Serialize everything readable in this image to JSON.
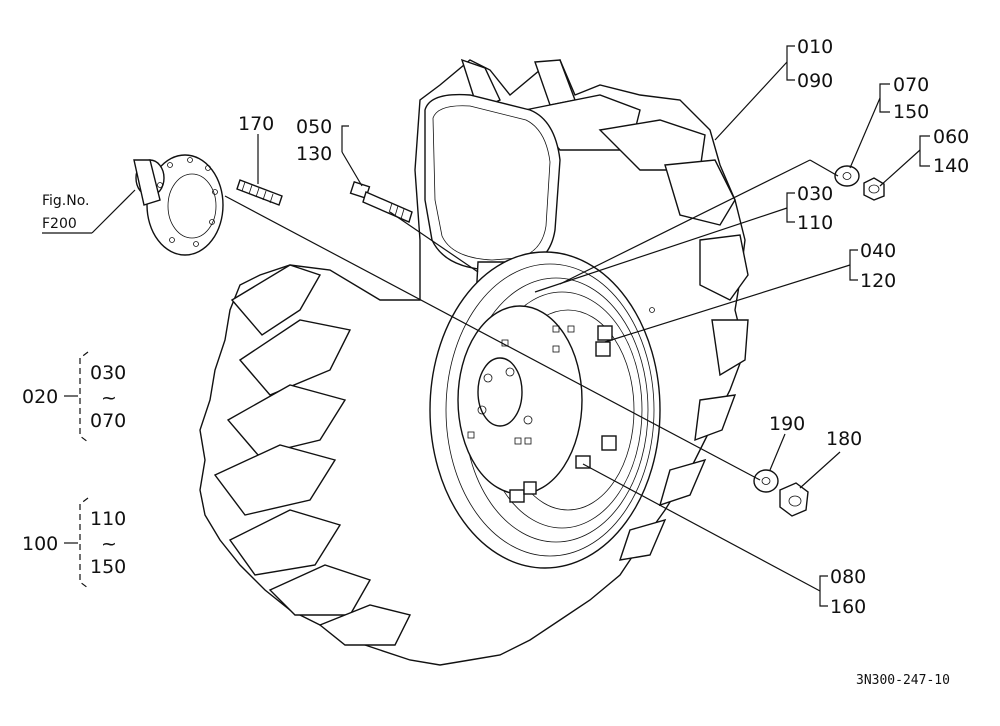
{
  "figure_ref": {
    "line1": "Fig.No.",
    "line2": "F200"
  },
  "figure_code": "3N300-247-10",
  "callouts": {
    "c010": "010",
    "c090": "090",
    "c070": "070",
    "c150": "150",
    "c060": "060",
    "c140": "140",
    "c050": "050",
    "c130": "130",
    "c170": "170",
    "c030": "030",
    "c110": "110",
    "c040": "040",
    "c120": "120",
    "c190": "190",
    "c180": "180",
    "c080": "080",
    "c160": "160"
  },
  "groups": {
    "g020": {
      "id": "020",
      "from": "030",
      "tilde": "~",
      "to": "070"
    },
    "g100": {
      "id": "100",
      "from": "110",
      "tilde": "~",
      "to": "150"
    }
  }
}
